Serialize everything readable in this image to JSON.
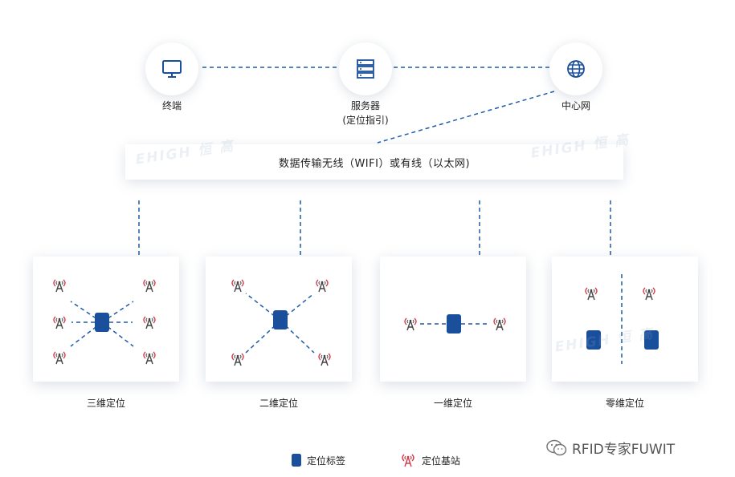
{
  "nodes": {
    "terminal": {
      "label": "终端",
      "icon": "monitor-icon"
    },
    "server": {
      "label": "服务器",
      "sublabel": "(定位指引)",
      "icon": "server-icon"
    },
    "center": {
      "label": "中心网",
      "icon": "globe-icon"
    }
  },
  "banner": {
    "text": "数据传输无线（WIFI）或有线（以太网)"
  },
  "panels": [
    {
      "label": "三维定位"
    },
    {
      "label": "二维定位"
    },
    {
      "label": "一维定位"
    },
    {
      "label": "零维定位"
    }
  ],
  "legend": {
    "tag_label": "定位标签",
    "station_label": "定位基站"
  },
  "watermark": {
    "text": "EHIGH 恒 高"
  },
  "brand": {
    "text": "RFID专家FUWIT"
  },
  "colors": {
    "accent": "#1a4f9c",
    "dash": "#1d5aa8",
    "station_icon": "#444444",
    "station_waves": "#d23a4a"
  }
}
